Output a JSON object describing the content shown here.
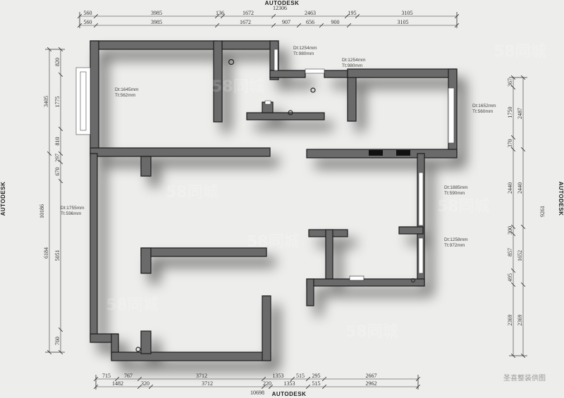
{
  "brand": {
    "name": "AUTODESK"
  },
  "caption": "圣喜整装供图",
  "watermark": "58同城",
  "dims_top_total": "12306",
  "dims_top_row1": [
    "560",
    "3985",
    "136",
    "1672",
    "2463",
    "195",
    "3105"
  ],
  "dims_top_row2": [
    "560",
    "3985",
    "1672",
    "907",
    "656",
    "900",
    "3105"
  ],
  "dims_bottom_row1": [
    "715",
    "767",
    "3712",
    "1353",
    "515",
    "295",
    "2667"
  ],
  "dims_bottom_row2": [
    "1482",
    "320",
    "3712",
    "220",
    "1353",
    "515",
    "2962"
  ],
  "dims_bottom_total": "10698",
  "dims_left_total": "10186",
  "dims_left_row1": [
    "820",
    "1775",
    "810",
    "297",
    "670",
    "5051",
    "760"
  ],
  "dims_left_row2": [
    "3405",
    "6184"
  ],
  "dims_right_row1": [
    "367",
    "1750",
    "370",
    "2440",
    "300",
    "857",
    "495",
    "2369"
  ],
  "dims_right_row2": [
    "2487",
    "2440",
    "1652",
    "2369"
  ],
  "dims_right_total": "9261",
  "rooms": [
    {
      "area": "Dt:1645mm",
      "height": "Tt:562mm"
    },
    {
      "area": "Dt:1254mm",
      "height": "Tt:980mm"
    },
    {
      "area": "Dt:1254mm",
      "height": "Tt:980mm"
    },
    {
      "area": "Dt:1652mm",
      "height": "Tt:560mm"
    },
    {
      "area": "Dt:1755mm",
      "height": "Tt:596mm"
    },
    {
      "area": "Dt:1885mm",
      "height": "Tt:590mm"
    },
    {
      "area": "Dt:1258mm",
      "height": "Tt:972mm"
    }
  ]
}
